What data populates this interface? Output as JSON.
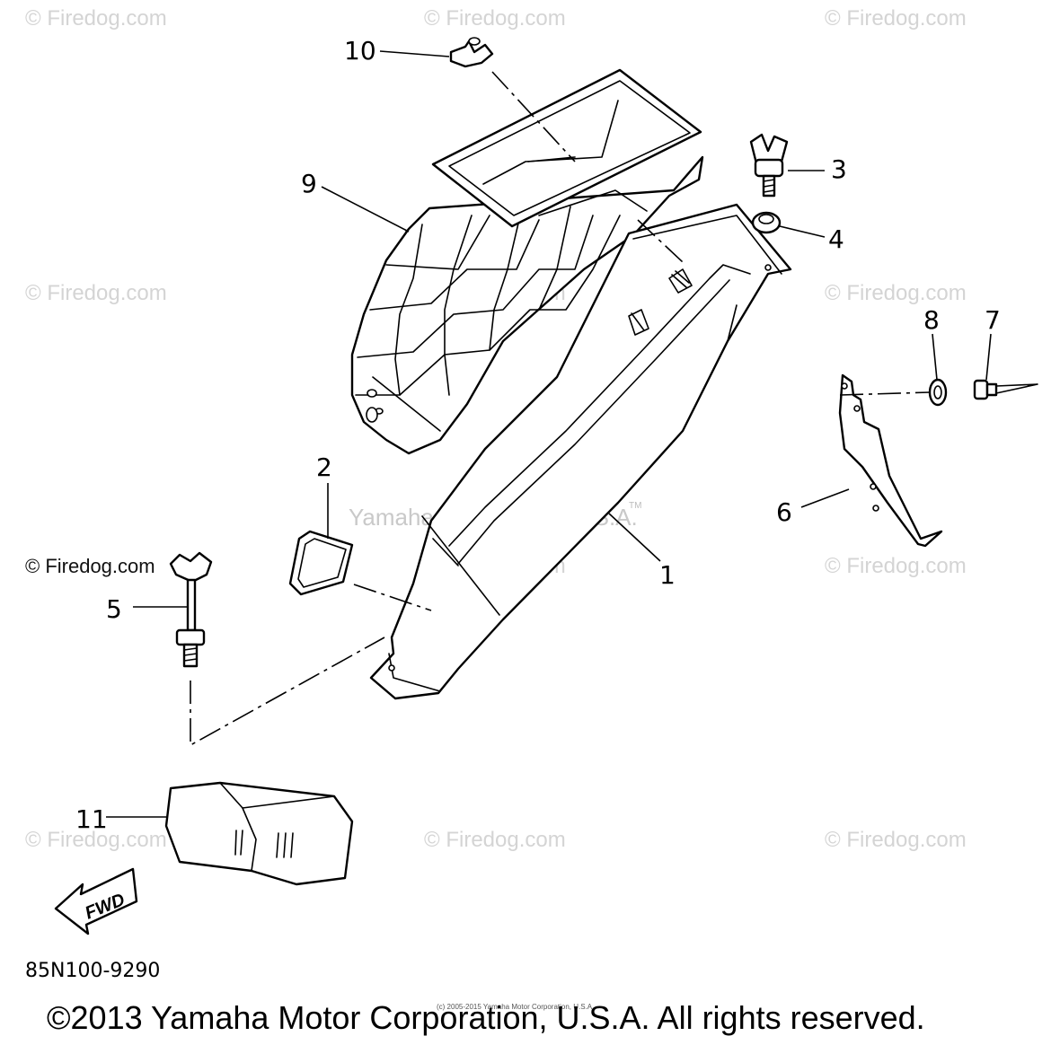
{
  "watermark": "© Firedog.com",
  "center_watermark": "Yamaha Motor Corp, U.S.A.",
  "tm_mark": "TM",
  "callouts": {
    "c1": "1",
    "c2": "2",
    "c3": "3",
    "c4": "4",
    "c5": "5",
    "c6": "6",
    "c7": "7",
    "c8": "8",
    "c9": "9",
    "c10": "10",
    "c11": "11"
  },
  "fwd_label": "FWD",
  "diagram_code": "85N100-9290",
  "small_copyright": "(c) 2005-2015 Yamaha Motor Corporation, U.S.A.",
  "copyright": "©2013 Yamaha Motor Corporation, U.S.A. All rights reserved."
}
